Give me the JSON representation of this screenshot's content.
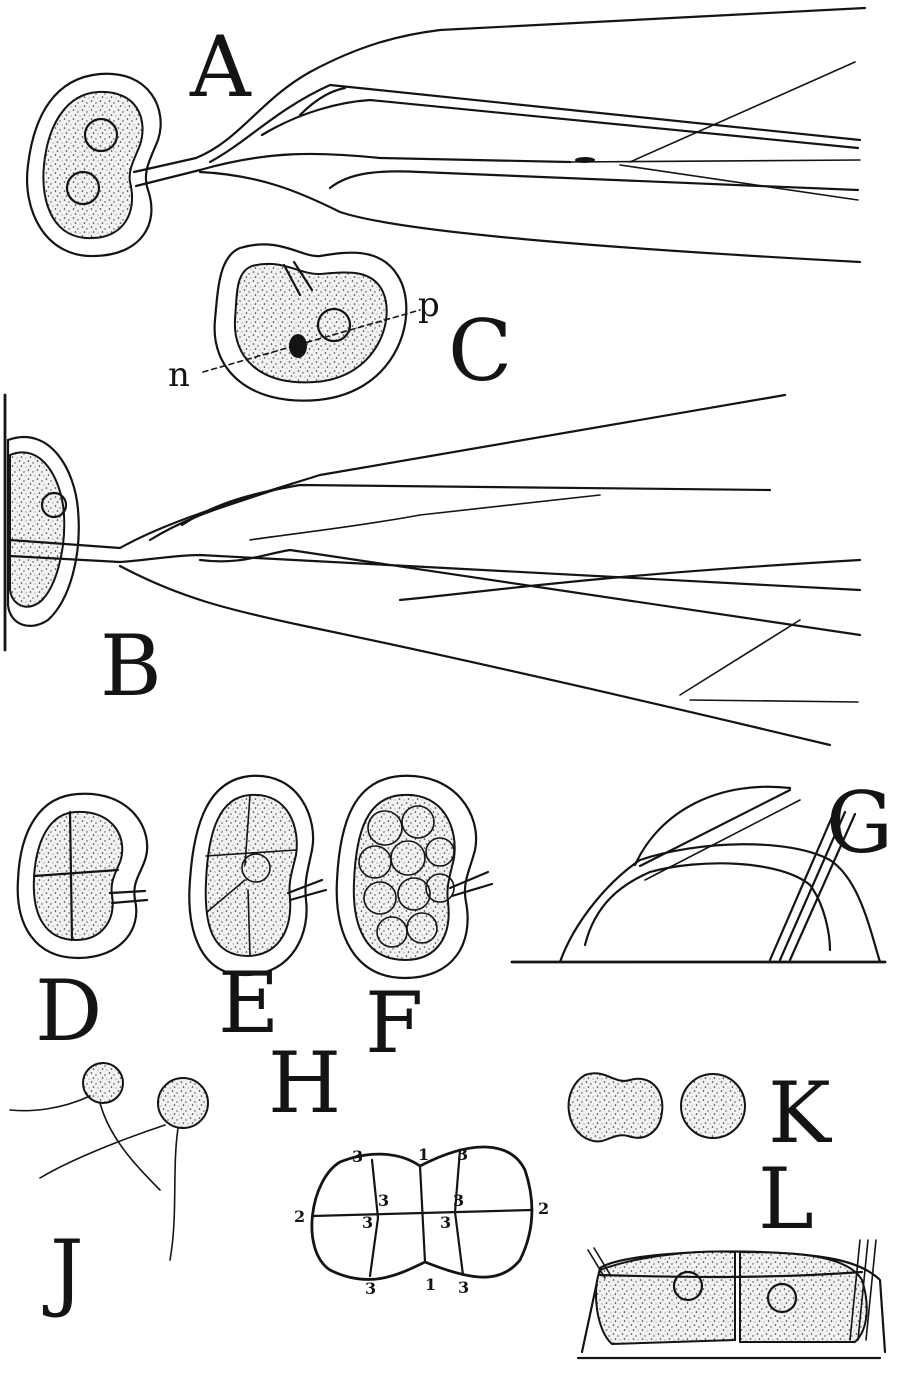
{
  "figure_labels": {
    "A": "A",
    "B": "B",
    "C": "C",
    "D": "D",
    "E": "E",
    "F": "F",
    "G": "G",
    "H": "H",
    "J": "J",
    "K": "K",
    "L": "L"
  },
  "callouts": {
    "n": "n",
    "p": "p"
  },
  "h_numbers": [
    "1",
    "3",
    "3",
    "2",
    "3",
    "3",
    "3",
    "3",
    "2",
    "3",
    "1",
    "3"
  ],
  "colors": {
    "ink": "#141414",
    "paper": "#ffffff"
  }
}
